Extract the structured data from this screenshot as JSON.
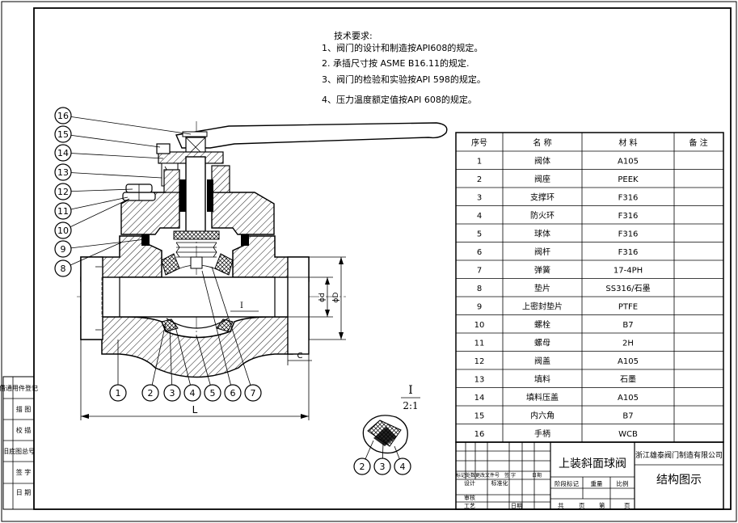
{
  "tech_requirements": {
    "title": "技术要求:",
    "items": [
      "1、阀门的设计和制造按API608的规定。",
      "2. 承插尺寸按 ASME B16.11的规定.",
      "3、阀门的检验和实验按API 598的规定。",
      "4、压力温度额定值按API 608的规定。"
    ]
  },
  "bom": {
    "headers": [
      "序号",
      "名  称",
      "材  料",
      "备 注"
    ],
    "rows": [
      {
        "no": "1",
        "name": "阀体",
        "material": "A105",
        "note": ""
      },
      {
        "no": "2",
        "name": "阀座",
        "material": "PEEK",
        "note": ""
      },
      {
        "no": "3",
        "name": "支撑环",
        "material": "F316",
        "note": ""
      },
      {
        "no": "4",
        "name": "防火环",
        "material": "F316",
        "note": ""
      },
      {
        "no": "5",
        "name": "球体",
        "material": "F316",
        "note": ""
      },
      {
        "no": "6",
        "name": "阀杆",
        "material": "F316",
        "note": ""
      },
      {
        "no": "7",
        "name": "弹簧",
        "material": "17-4PH",
        "note": ""
      },
      {
        "no": "8",
        "name": "垫片",
        "material": "SS316/石墨",
        "note": ""
      },
      {
        "no": "9",
        "name": "上密封垫片",
        "material": "PTFE",
        "note": ""
      },
      {
        "no": "10",
        "name": "螺栓",
        "material": "B7",
        "note": ""
      },
      {
        "no": "11",
        "name": "螺母",
        "material": "2H",
        "note": ""
      },
      {
        "no": "12",
        "name": "阀盖",
        "material": "A105",
        "note": ""
      },
      {
        "no": "13",
        "name": "填料",
        "material": "石墨",
        "note": ""
      },
      {
        "no": "14",
        "name": "填料压盖",
        "material": "A105",
        "note": ""
      },
      {
        "no": "15",
        "name": "内六角",
        "material": "B7",
        "note": ""
      },
      {
        "no": "16",
        "name": "手柄",
        "material": "WCB",
        "note": ""
      }
    ]
  },
  "title_block": {
    "product_name": "上装斜面球阀",
    "company": "浙江雄泰阀门制造有限公司",
    "drawing_title": "结构图示",
    "row_labels": [
      "标记",
      "处数",
      "更改文件号",
      "签  字",
      "日期"
    ],
    "design": "设计",
    "standardization": "标准化",
    "review": "审核",
    "process": "工艺",
    "date": "日期",
    "stage_mark": "阶段标记",
    "weight": "重量",
    "scale": "比例",
    "total": "共",
    "sheet_unit": "页",
    "page": "第",
    "page_unit": "页"
  },
  "left_strip": {
    "labels": [
      "借通用件登记",
      "描  图",
      "校  描",
      "旧底图总号",
      "签  字",
      "日  期"
    ]
  },
  "drawing": {
    "balloons": [
      "1",
      "2",
      "3",
      "4",
      "5",
      "6",
      "7",
      "8",
      "9",
      "10",
      "11",
      "12",
      "13",
      "14",
      "15",
      "16"
    ],
    "detail_balloons": [
      "2",
      "3",
      "4"
    ],
    "detail_label": "I",
    "detail_scale": "2:1",
    "section_mark": "I",
    "dims": {
      "length": "L",
      "small_d": "ϕd",
      "big_d": "ϕD",
      "socket": "C"
    }
  }
}
